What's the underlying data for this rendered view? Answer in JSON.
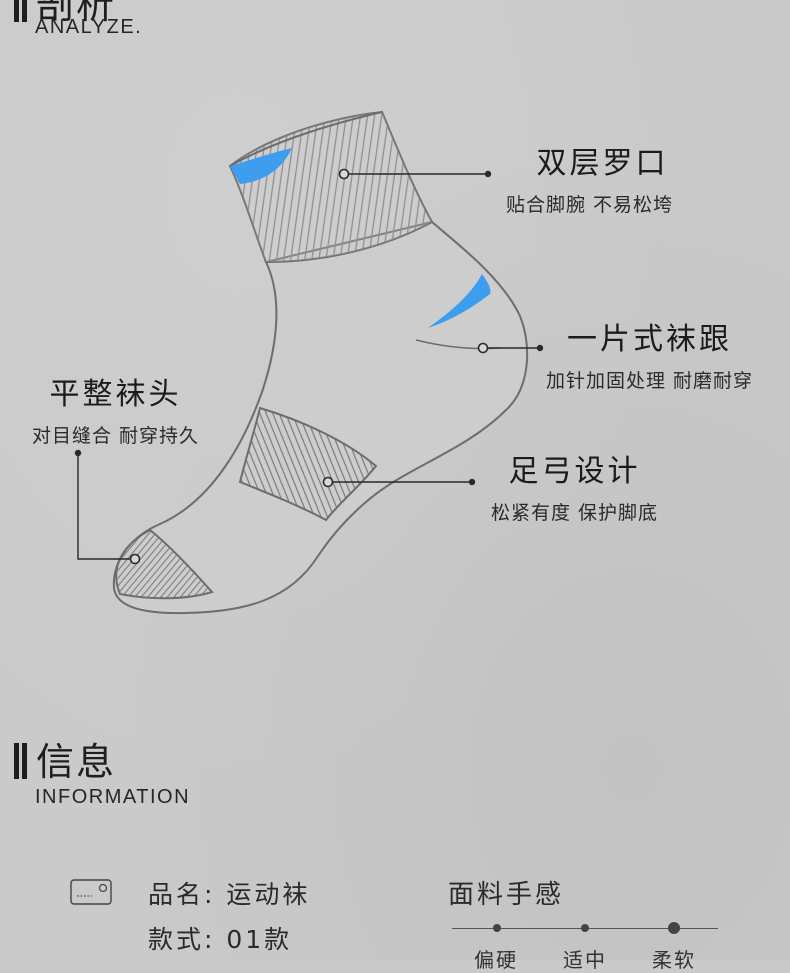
{
  "section_analyze": {
    "title": "剖析",
    "subtitle": "ANALYZE."
  },
  "callouts": {
    "cuff": {
      "title": "双层罗口",
      "desc": "贴合脚腕 不易松垮"
    },
    "heel": {
      "title": "一片式袜跟",
      "desc": "加针加固处理 耐磨耐穿"
    },
    "toe": {
      "title": "平整袜头",
      "desc": "对目缝合 耐穿持久"
    },
    "arch": {
      "title": "足弓设计",
      "desc": "松紧有度 保护脚底"
    }
  },
  "section_info": {
    "title": "信息",
    "subtitle": "INFORMATION"
  },
  "product": {
    "name_row": "品名: 运动袜",
    "style_row": "款式: 01款"
  },
  "feel": {
    "title": "面料手感",
    "scale": [
      "偏硬",
      "适中",
      "柔软"
    ],
    "selected": "柔软",
    "selected_position": 1.0
  },
  "colors": {
    "accent": "#3d9eef",
    "outline": "#6a6a6a",
    "background": "#cacaca"
  }
}
